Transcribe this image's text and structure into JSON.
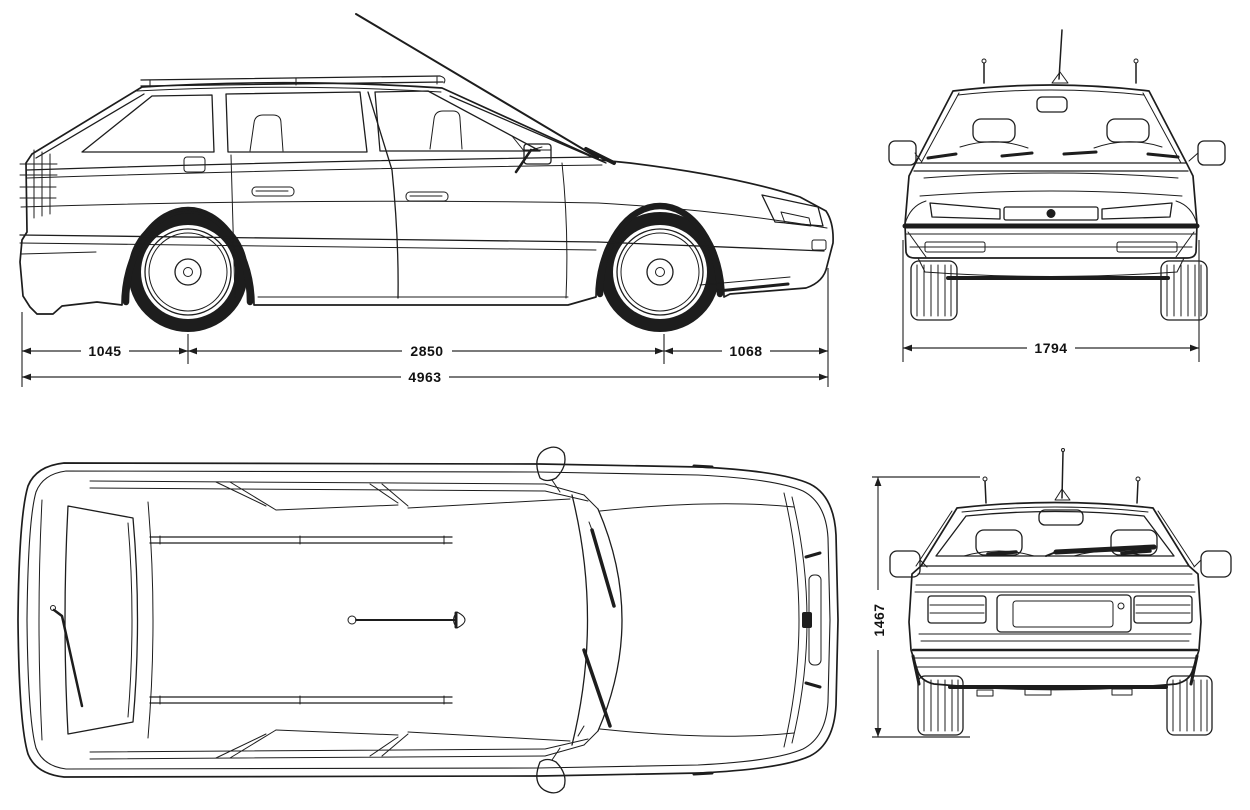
{
  "palette": {
    "background": "#ffffff",
    "ink": "#1d1d1d",
    "dim_ink": "#2a2a2a"
  },
  "dimensions": {
    "rear_overhang": "1045",
    "wheelbase": "2850",
    "front_overhang": "1068",
    "overall_length": "4963",
    "overall_width": "1794",
    "overall_height": "1467"
  }
}
